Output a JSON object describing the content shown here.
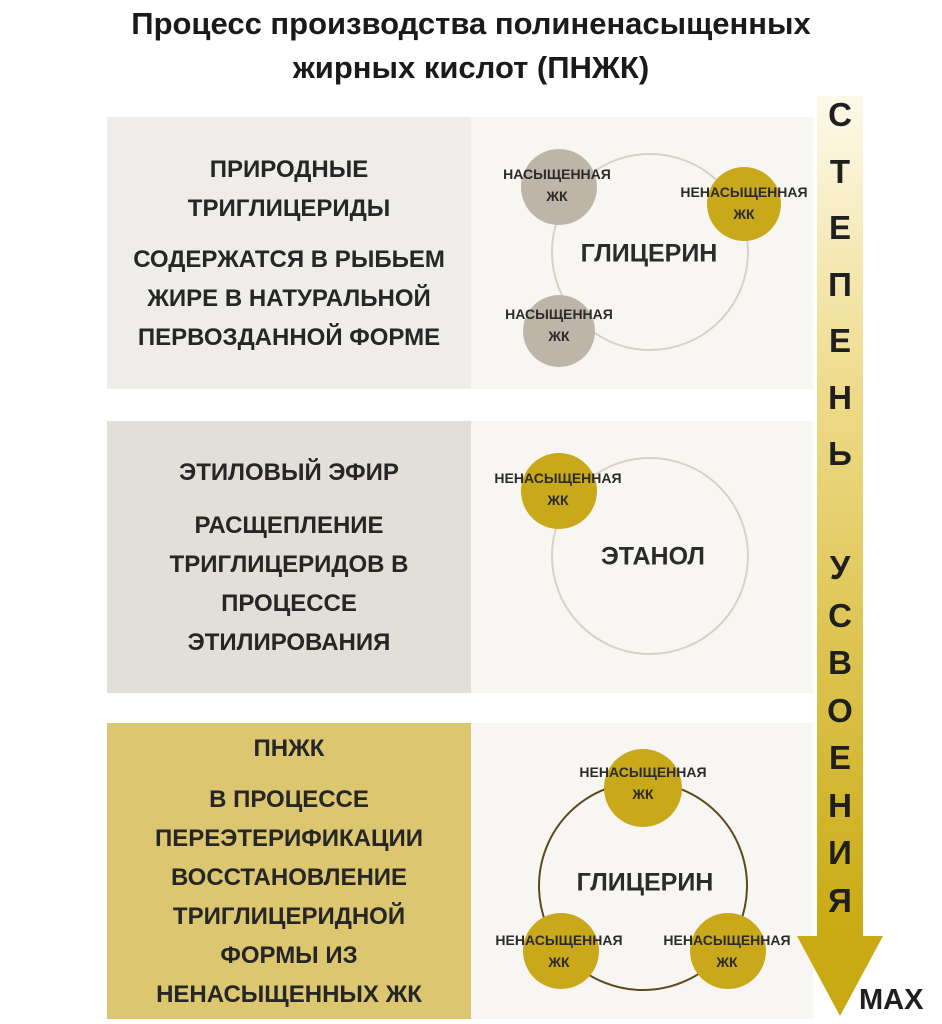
{
  "title_line1": "Процесс производства полиненасыщенных",
  "title_line2": "жирных кислот (ПНЖК)",
  "panels": [
    {
      "left_lines": [
        "ПРИРОДНЫЕ",
        "ТРИГЛИЦЕРИДЫ",
        "СОДЕРЖАТСЯ  В РЫБЬЕМ",
        "ЖИРЕ В НАТУРАЛЬНОЙ",
        "ПЕРВОЗДАННОЙ ФОРМЕ"
      ],
      "center": "ГЛИЦЕРИН",
      "balls": [
        {
          "line1": "НАСЫЩЕННАЯ",
          "line2": "ЖК",
          "kind": "saturated"
        },
        {
          "line1": "НЕНАСЫЩЕННАЯ",
          "line2": "ЖК",
          "kind": "unsaturated"
        },
        {
          "line1": "НАСЫЩЕННАЯ",
          "line2": "ЖК",
          "kind": "saturated"
        }
      ]
    },
    {
      "left_lines": [
        "ЭТИЛОВЫЙ ЭФИР",
        "РАСЩЕПЛЕНИЕ",
        "ТРИГЛИЦЕРИДОВ В",
        "ПРОЦЕССЕ",
        "ЭТИЛИРОВАНИЯ"
      ],
      "center": "ЭТАНОЛ",
      "balls": [
        {
          "line1": "НЕНАСЫЩЕННАЯ",
          "line2": "ЖК",
          "kind": "unsaturated"
        }
      ]
    },
    {
      "left_lines": [
        "ПНЖК",
        "В ПРОЦЕССЕ",
        "ПЕРЕЭТЕРИФИКАЦИИ",
        "ВОССТАНОВЛЕНИЕ",
        "ТРИГЛИЦЕРИДНОЙ",
        "ФОРМЫ ИЗ",
        "НЕНАСЫЩЕННЫХ ЖК"
      ],
      "center": "ГЛИЦЕРИН",
      "balls": [
        {
          "line1": "НЕНАСЫЩЕННАЯ",
          "line2": "ЖК",
          "kind": "unsaturated"
        },
        {
          "line1": "НЕНАСЫЩЕННАЯ",
          "line2": "ЖК",
          "kind": "unsaturated"
        },
        {
          "line1": "НЕНАСЫЩЕННАЯ",
          "line2": "ЖК",
          "kind": "unsaturated"
        }
      ]
    }
  ],
  "arrow_word1": "СТЕПЕНЬ",
  "arrow_word2": "УСВОЕНИЯ",
  "arrow_end": "MAX",
  "colors": {
    "gold": "#c9a81a",
    "grey_ball": "#bdb6a8",
    "arrow": "#c9aa12"
  }
}
